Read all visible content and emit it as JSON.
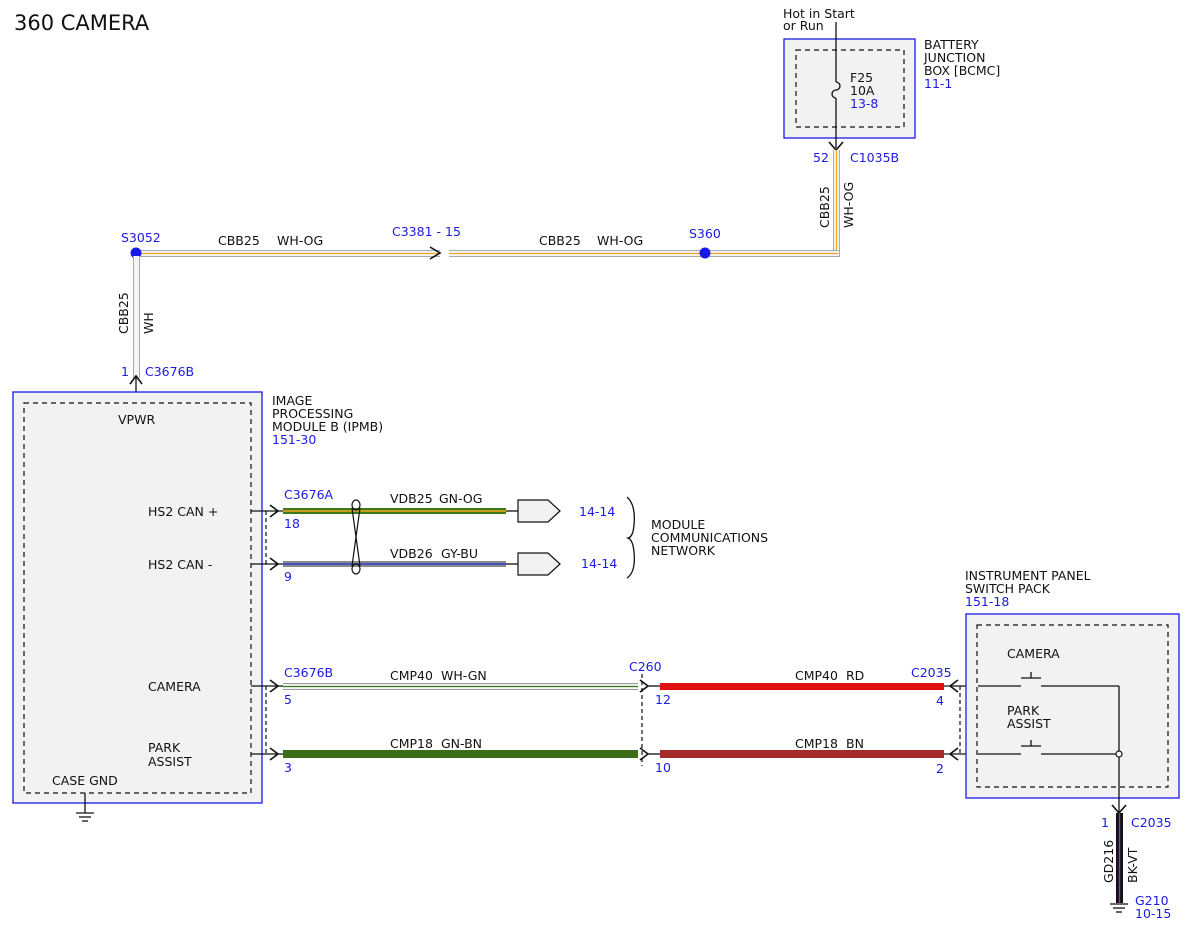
{
  "title": "360 CAMERA",
  "colors": {
    "blue": "#1a1ae6",
    "white": "#f4f4f4",
    "orange": "#f5a623",
    "green": "#3c7a1a",
    "gray": "#8a8a8a",
    "wire_blue": "#3040d0",
    "red": "#e01010",
    "brown": "#a52a2a",
    "black": "#111111",
    "violet": "#8a3ab0",
    "module_fill": "#f2f2f2"
  },
  "bjb": {
    "power_label_1": "Hot in Start",
    "power_label_2": "or Run",
    "name_1": "BATTERY",
    "name_2": "JUNCTION",
    "name_3": "BOX [BCMC]",
    "ref": "11-1",
    "fuse_name": "F25",
    "fuse_rating": "10A",
    "fuse_ref": "13-8",
    "pin": "52",
    "connector": "C1035B"
  },
  "feed_wire": {
    "vertical_circuit": "CBB25",
    "vertical_color": "WH-OG",
    "splice_s360": "S360",
    "seg1_circuit": "CBB25",
    "seg1_color": "WH-OG",
    "inline_connector": "C3381 - 15",
    "seg2_circuit": "CBB25",
    "seg2_color": "WH-OG",
    "splice_s3052": "S3052",
    "drop_circuit": "CBB25",
    "drop_color": "WH",
    "drop_pin": "1",
    "drop_connector": "C3676B"
  },
  "ipmb": {
    "name_1": "IMAGE",
    "name_2": "PROCESSING",
    "name_3": "MODULE B (IPMB)",
    "ref": "151-30",
    "pin_vpwr": "VPWR",
    "pin_can_plus": "HS2 CAN +",
    "pin_can_minus": "HS2 CAN -",
    "pin_camera": "CAMERA",
    "pin_park_1": "PARK",
    "pin_park_2": "ASSIST",
    "pin_case_gnd": "CASE GND"
  },
  "can_bus": {
    "connector": "C3676A",
    "plus_pin": "18",
    "plus_circuit": "VDB25",
    "plus_color": "GN-OG",
    "plus_ref": "14-14",
    "minus_pin": "9",
    "minus_circuit": "VDB26",
    "minus_color": "GY-BU",
    "minus_ref": "14-14",
    "network_1": "MODULE",
    "network_2": "COMMUNICATIONS",
    "network_3": "NETWORK"
  },
  "camera_wire": {
    "connector": "C3676B",
    "pin": "5",
    "left_circuit": "CMP40",
    "left_color": "WH-GN",
    "inline_connector": "C260",
    "inline_pin": "12",
    "right_circuit": "CMP40",
    "right_color": "RD",
    "switch_connector": "C2035",
    "switch_pin": "4"
  },
  "park_wire": {
    "pin": "3",
    "left_circuit": "CMP18",
    "left_color": "GN-BN",
    "inline_pin": "10",
    "right_circuit": "CMP18",
    "right_color": "BN",
    "switch_pin": "2"
  },
  "switch_pack": {
    "name_1": "INSTRUMENT PANEL",
    "name_2": "SWITCH PACK",
    "ref": "151-18",
    "sw_camera": "CAMERA",
    "sw_park_1": "PARK",
    "sw_park_2": "ASSIST"
  },
  "ground": {
    "pin": "1",
    "connector": "C2035",
    "circuit": "GD216",
    "color": "BK-VT",
    "ground_point": "G210",
    "ref": "10-15"
  }
}
